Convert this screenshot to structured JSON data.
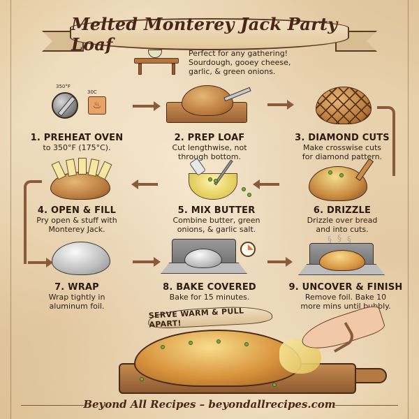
{
  "title": "Melted Monterey Jack Party Loaf",
  "intro": {
    "lines": [
      "Perfect for any gathering!",
      "Sourdough, gooey cheese,",
      "garlic, & green onions."
    ]
  },
  "dial_labels": {
    "f": "350°F",
    "c": "30C"
  },
  "steps": [
    {
      "label": "1. PREHEAT OVEN",
      "desc": [
        "to 350°F (175°C)."
      ]
    },
    {
      "label": "2. PREP LOAF",
      "desc": [
        "Cut lengthwise, not",
        "through bottom."
      ]
    },
    {
      "label": "3. DIAMOND CUTS",
      "desc": [
        "Make crosswise cuts",
        "for diamond pattern."
      ]
    },
    {
      "label": "4. OPEN & FILL",
      "desc": [
        "Pry open & stuff with",
        "Monterey Jack."
      ]
    },
    {
      "label": "5. MIX BUTTER",
      "desc": [
        "Combine butter, green",
        "onions, & garlic salt."
      ]
    },
    {
      "label": "6. DRIZZLE",
      "desc": [
        "Drizzle over bread",
        "and into cuts."
      ]
    },
    {
      "label": "7. WRAP",
      "desc": [
        "Wrap tightly in",
        "aluminum foil."
      ]
    },
    {
      "label": "8. BAKE COVERED",
      "desc": [
        "Bake for 15 minutes."
      ]
    },
    {
      "label": "9. UNCOVER & FINISH",
      "desc": [
        "Remove foil. Bake 10",
        "more mins until bubbly."
      ]
    }
  ],
  "serve_banner": "SERVE WARM & PULL APART!",
  "footer": "Beyond All Recipes – beyondallrecipes.com",
  "icons": {
    "heat": "♨",
    "steam": "§"
  },
  "colors": {
    "parchment": "#f1e2c6",
    "ink": "#2e1e14",
    "title_brown": "#4a2616",
    "arrow_brown": "#8a5a3a"
  }
}
